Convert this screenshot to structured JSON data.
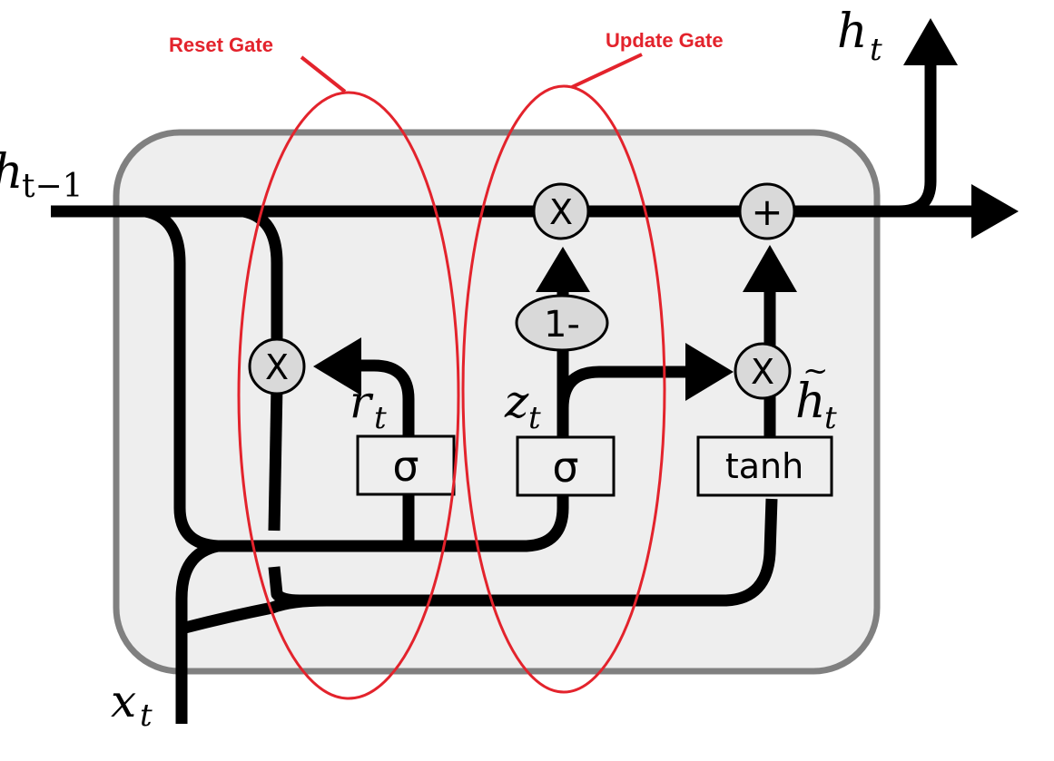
{
  "diagram": {
    "title": "GRU cell",
    "inputs": {
      "prev_hidden": "h",
      "prev_hidden_sub": "t−1",
      "input": "x",
      "input_sub": "t"
    },
    "outputs": {
      "hidden": "h",
      "hidden_sub": "t"
    },
    "gates": {
      "reset_sigmoid": "σ",
      "update_sigmoid": "σ",
      "candidate": "tanh"
    },
    "operators": {
      "reset_multiply": "X",
      "update_multiply": "X",
      "candidate_multiply": "X",
      "add": "+",
      "one_minus": "1-"
    },
    "signal_labels": {
      "reset": "r",
      "reset_sub": "t",
      "update": "z",
      "update_sub": "t",
      "candidate": "h̃",
      "candidate_base": "h",
      "candidate_tilde": "~",
      "candidate_sub": "t"
    },
    "annotations": {
      "reset_gate": "Reset Gate",
      "update_gate": "Update Gate"
    },
    "colors": {
      "annotation": "#e3232c",
      "cell_fill": "#eeeeee",
      "cell_border": "#808080",
      "node_fill": "#d9d9d9",
      "wire": "#000000"
    }
  }
}
